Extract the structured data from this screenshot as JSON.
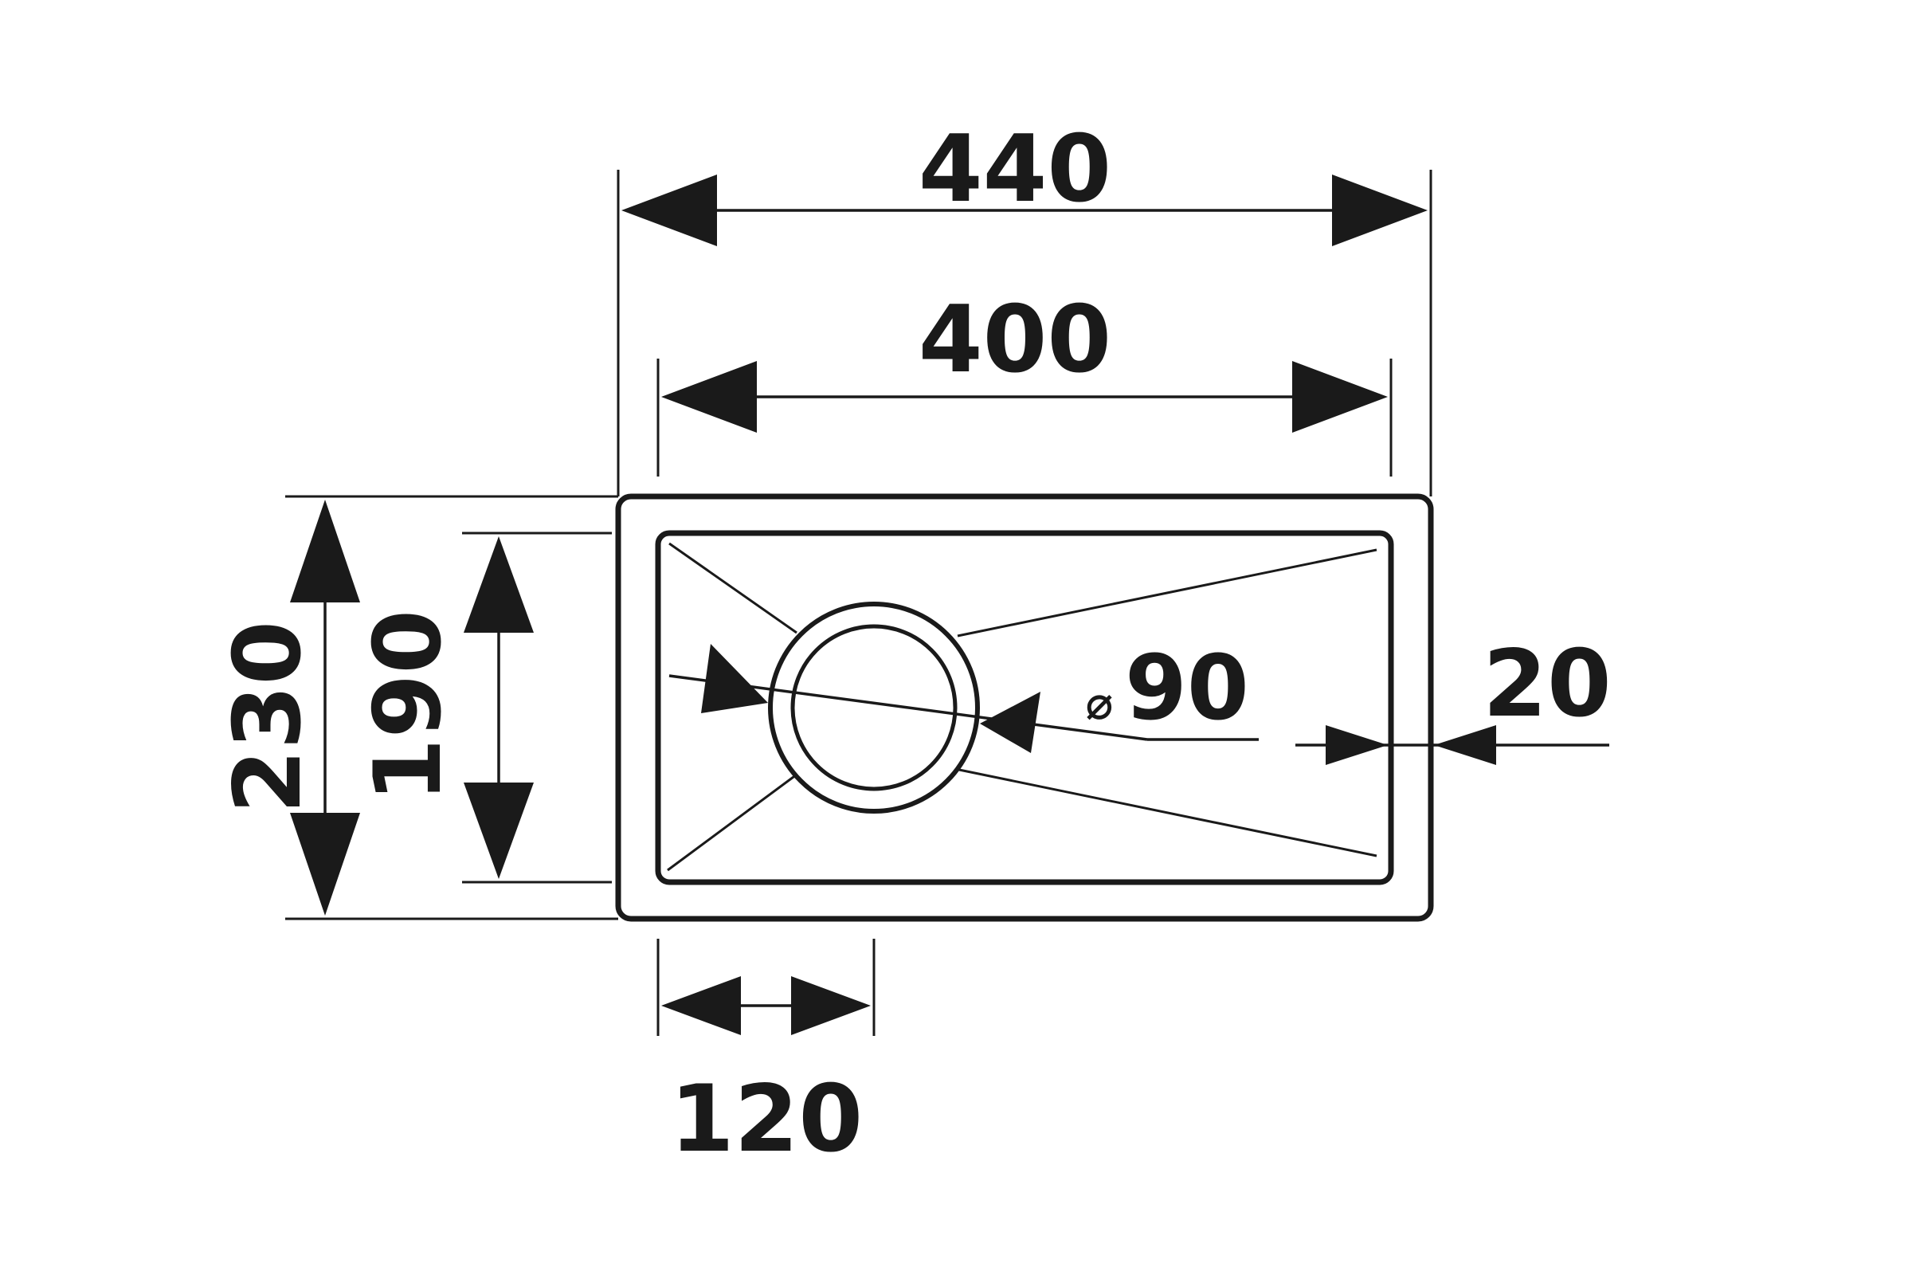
{
  "dimensions": {
    "overall_width": "440",
    "inner_width": "400",
    "overall_depth": "230",
    "inner_depth": "190",
    "drain_offset": "120",
    "rim_width": "20",
    "drain_diameter": "90",
    "diameter_symbol": "⌀"
  },
  "colors": {
    "line": "#1a1a1a",
    "background": "#ffffff"
  }
}
